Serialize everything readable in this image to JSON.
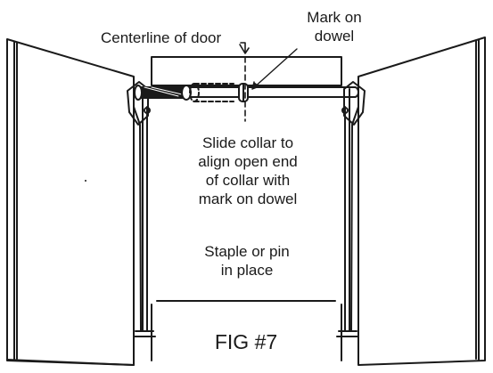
{
  "labels": {
    "centerline": "Centerline of door",
    "mark_on_dowel": [
      "Mark on",
      "dowel"
    ],
    "slide_collar": [
      "Slide collar to",
      "align open end",
      "of collar with",
      "mark on dowel"
    ],
    "staple": [
      "Staple or pin",
      "in place"
    ],
    "figure": "FIG #7"
  },
  "colors": {
    "ink": "#1a1a1a",
    "background": "#ffffff"
  }
}
